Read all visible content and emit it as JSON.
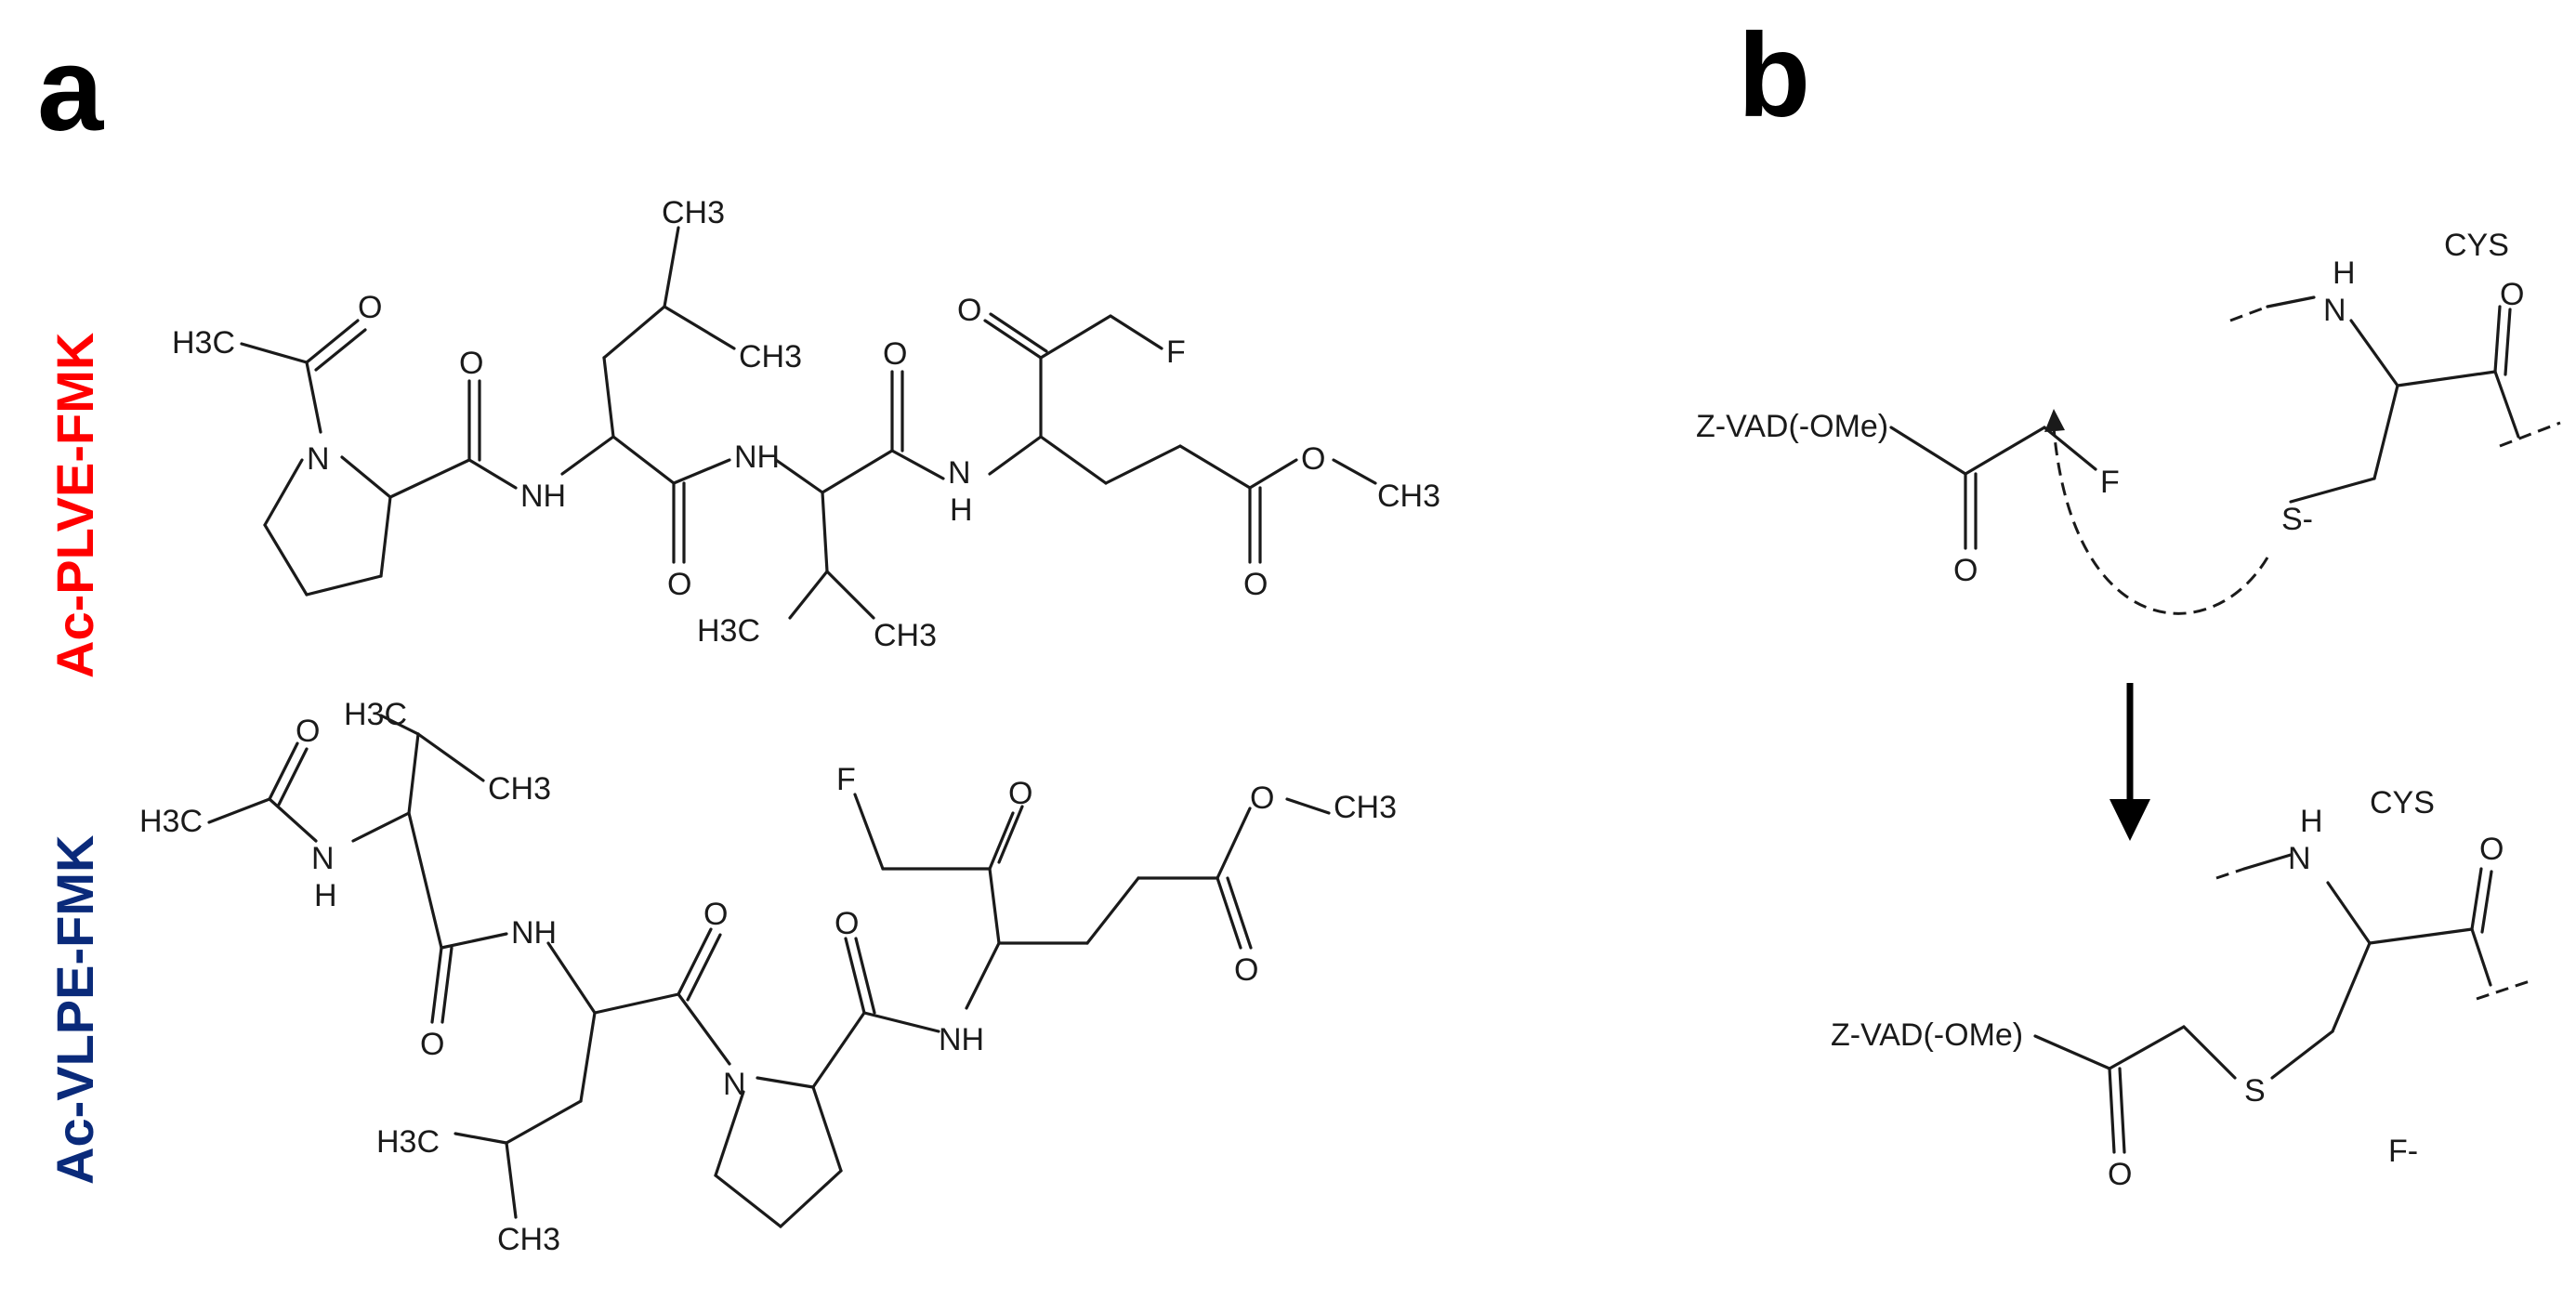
{
  "panels": {
    "a": "a",
    "b": "b"
  },
  "compounds": {
    "first": {
      "name": "Ac-PLVE-FMK",
      "color": "#ff0000"
    },
    "second": {
      "name": "Ac-VLPE-FMK",
      "color": "#0a2a7a"
    }
  },
  "atoms": {
    "h3c": "H3C",
    "ch3": "CH3",
    "o": "O",
    "n": "N",
    "nh": "NH",
    "h": "H",
    "f": "F",
    "s": "S",
    "s_minus": "S-",
    "f_minus": "F-",
    "cys": "CYS",
    "zvad": "Z-VAD(-OMe)"
  }
}
